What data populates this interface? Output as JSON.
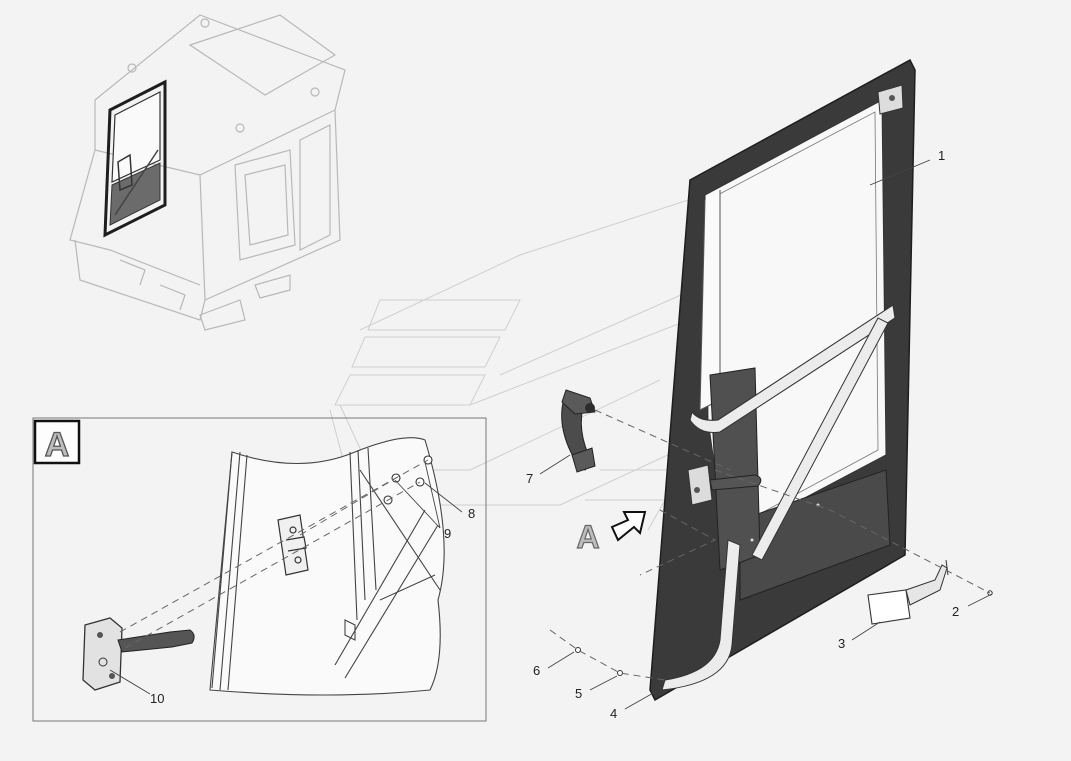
{
  "diagram": {
    "colors": {
      "background": "#f3f3f3",
      "frame": "#3a3a3a",
      "panel": "#4a4a4a",
      "glass": "#f8f8f8",
      "line": "#555555",
      "letter_fill": "#bdbdbd"
    },
    "view_letter": "A",
    "callouts": [
      {
        "id": "1",
        "label": "1"
      },
      {
        "id": "2",
        "label": "2"
      },
      {
        "id": "3",
        "label": "3"
      },
      {
        "id": "4",
        "label": "4"
      },
      {
        "id": "5",
        "label": "5"
      },
      {
        "id": "6",
        "label": "6"
      },
      {
        "id": "7",
        "label": "7"
      },
      {
        "id": "8",
        "label": "8"
      },
      {
        "id": "9",
        "label": "9"
      },
      {
        "id": "10",
        "label": "10"
      }
    ]
  }
}
